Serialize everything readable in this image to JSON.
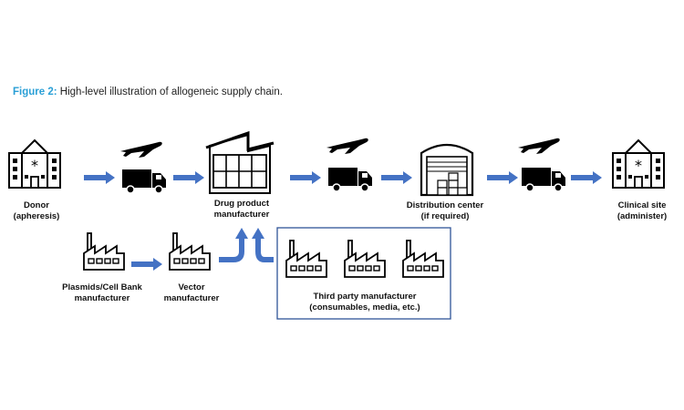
{
  "caption": {
    "label": "Figure 2:",
    "text": " High-level illustration of allogeneic supply chain."
  },
  "nodes": {
    "donor": {
      "line1": "Donor",
      "line2": "(apheresis)",
      "icon": "hospital-icon"
    },
    "drug_product": {
      "line1": "Drug product",
      "line2": "manufacturer",
      "icon": "factory-building-icon"
    },
    "distribution": {
      "line1": "Distribution center",
      "line2": "(if required)",
      "icon": "warehouse-icon"
    },
    "clinical": {
      "line1": "Clinical site",
      "line2": "(administer)",
      "icon": "hospital-icon"
    },
    "plasmids": {
      "line1": "Plasmids/Cell Bank",
      "line2": "manufacturer",
      "icon": "factory-icon"
    },
    "vector": {
      "line1": "Vector",
      "line2": "manufacturer",
      "icon": "factory-icon"
    },
    "third_party": {
      "line1": "Third party manufacturer",
      "line2": "(consumables, media, etc.)",
      "icon": "factory-icon"
    }
  },
  "colors": {
    "arrow": "#4472c4",
    "box_border": "#2f5597",
    "caption_label": "#2a9fd6"
  }
}
